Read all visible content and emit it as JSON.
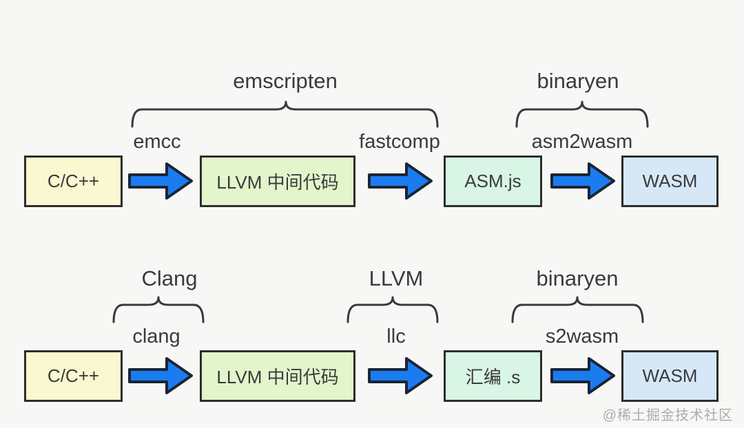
{
  "rows": [
    {
      "name": "emscripten-pipeline",
      "nodes": [
        "C/C++",
        "LLVM 中间代码",
        "ASM.js",
        "WASM"
      ],
      "arrow_labels": [
        "emcc",
        "fastcomp",
        "asm2wasm"
      ],
      "group_labels": [
        "emscripten",
        "binaryen"
      ]
    },
    {
      "name": "llvm-pipeline",
      "nodes": [
        "C/C++",
        "LLVM 中间代码",
        "汇编 .s",
        "WASM"
      ],
      "arrow_labels": [
        "clang",
        "llc",
        "s2wasm"
      ],
      "group_labels": [
        "Clang",
        "LLVM",
        "binaryen"
      ]
    }
  ],
  "watermark": "@稀土掘金技术社区",
  "colors": {
    "background": "#f7f7f5",
    "node_source_yellow": "#f9f8d0",
    "node_ir_green": "#e3f5cb",
    "node_intermediate_mint": "#d8f5e5",
    "node_wasm_blue": "#d6e8f8",
    "node_border": "#2d2d2d",
    "arrow_fill": "#1b7cf0",
    "arrow_stroke": "#1a2433",
    "brace_stroke": "#3a3a3a",
    "text": "#3a3a3a"
  }
}
